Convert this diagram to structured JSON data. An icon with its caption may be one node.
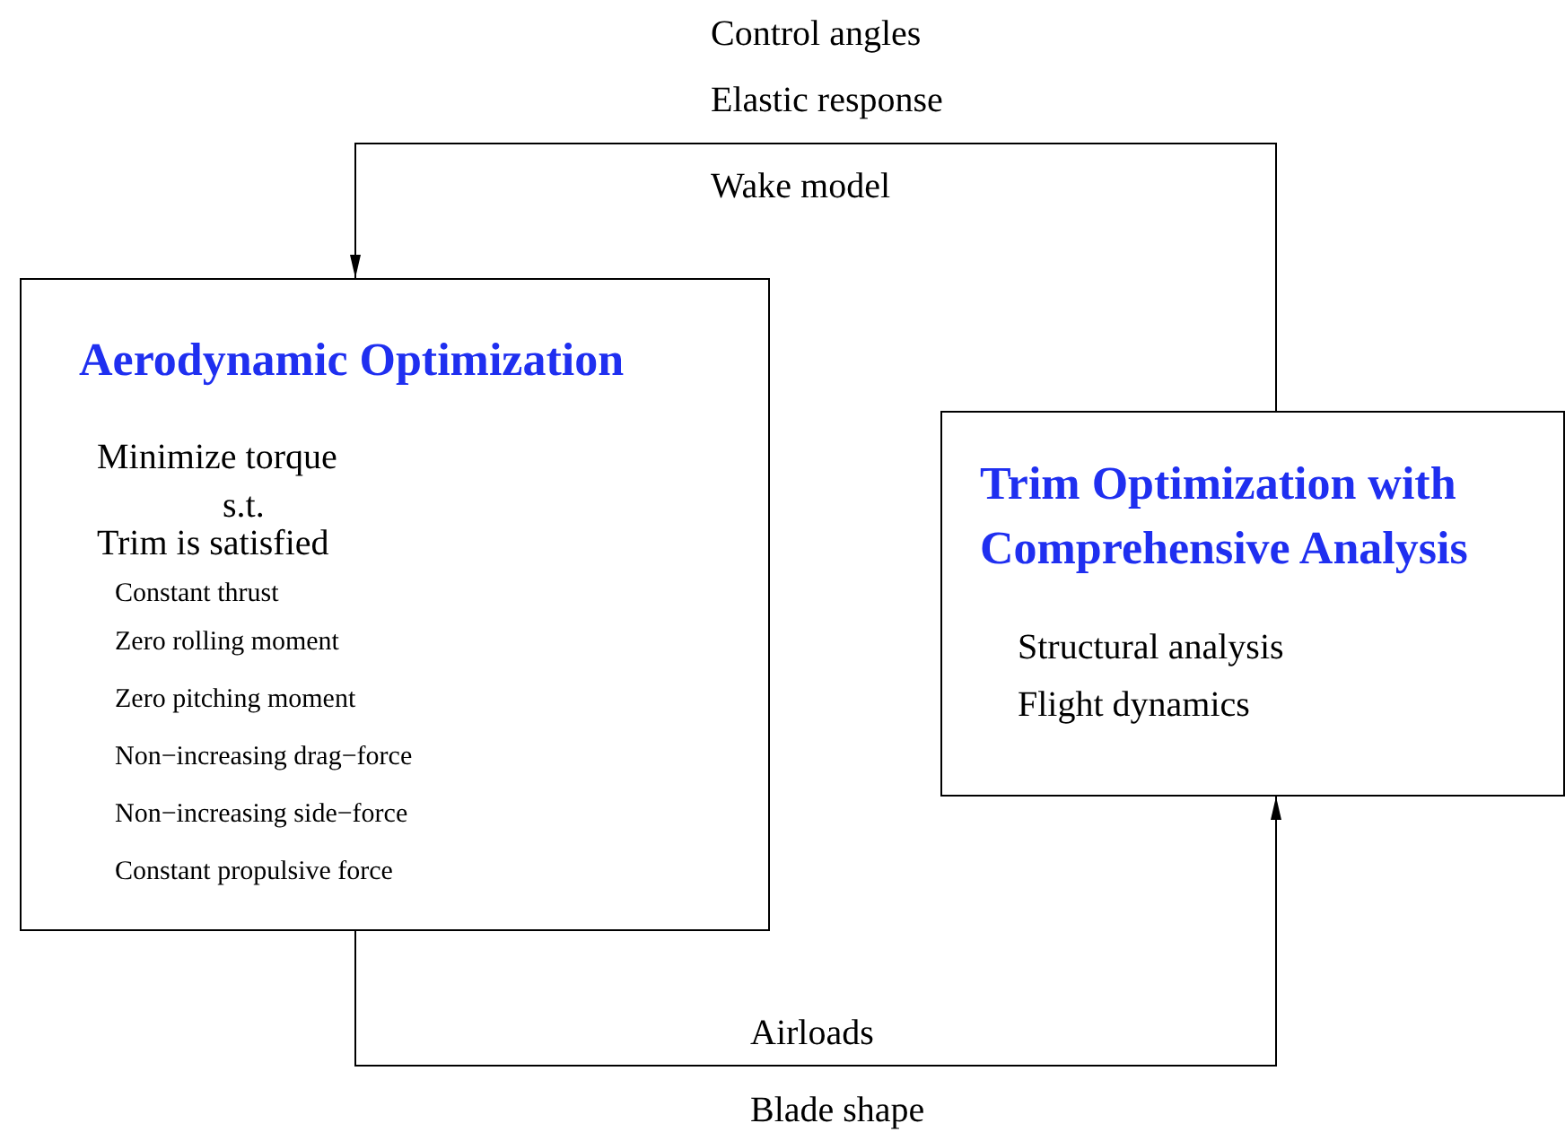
{
  "diagram": {
    "nodes": [
      {
        "text": [
          "Aerodynamic Optimization",
          "Minimize torque",
          "s.t.",
          "Trim is satisfied",
          "Constant thrust",
          "Zero rolling moment",
          "Zero pitching moment",
          "Non−increasing drag−force",
          "Non−increasing side−force",
          "Constant propulsive force"
        ]
      },
      {
        "text": [
          "Trim Optimization with Comprehensive Analysis",
          "Structural analysis",
          "Flight dynamics"
        ]
      }
    ],
    "edges": [
      {
        "from": 1,
        "to": 0,
        "arrow": "to"
      },
      {
        "from": 0,
        "to": 1,
        "arrow": "to"
      }
    ],
    "labels": [
      "Control angles",
      "Elastic response",
      "Wake model",
      "Airloads",
      "Blade shape"
    ]
  }
}
